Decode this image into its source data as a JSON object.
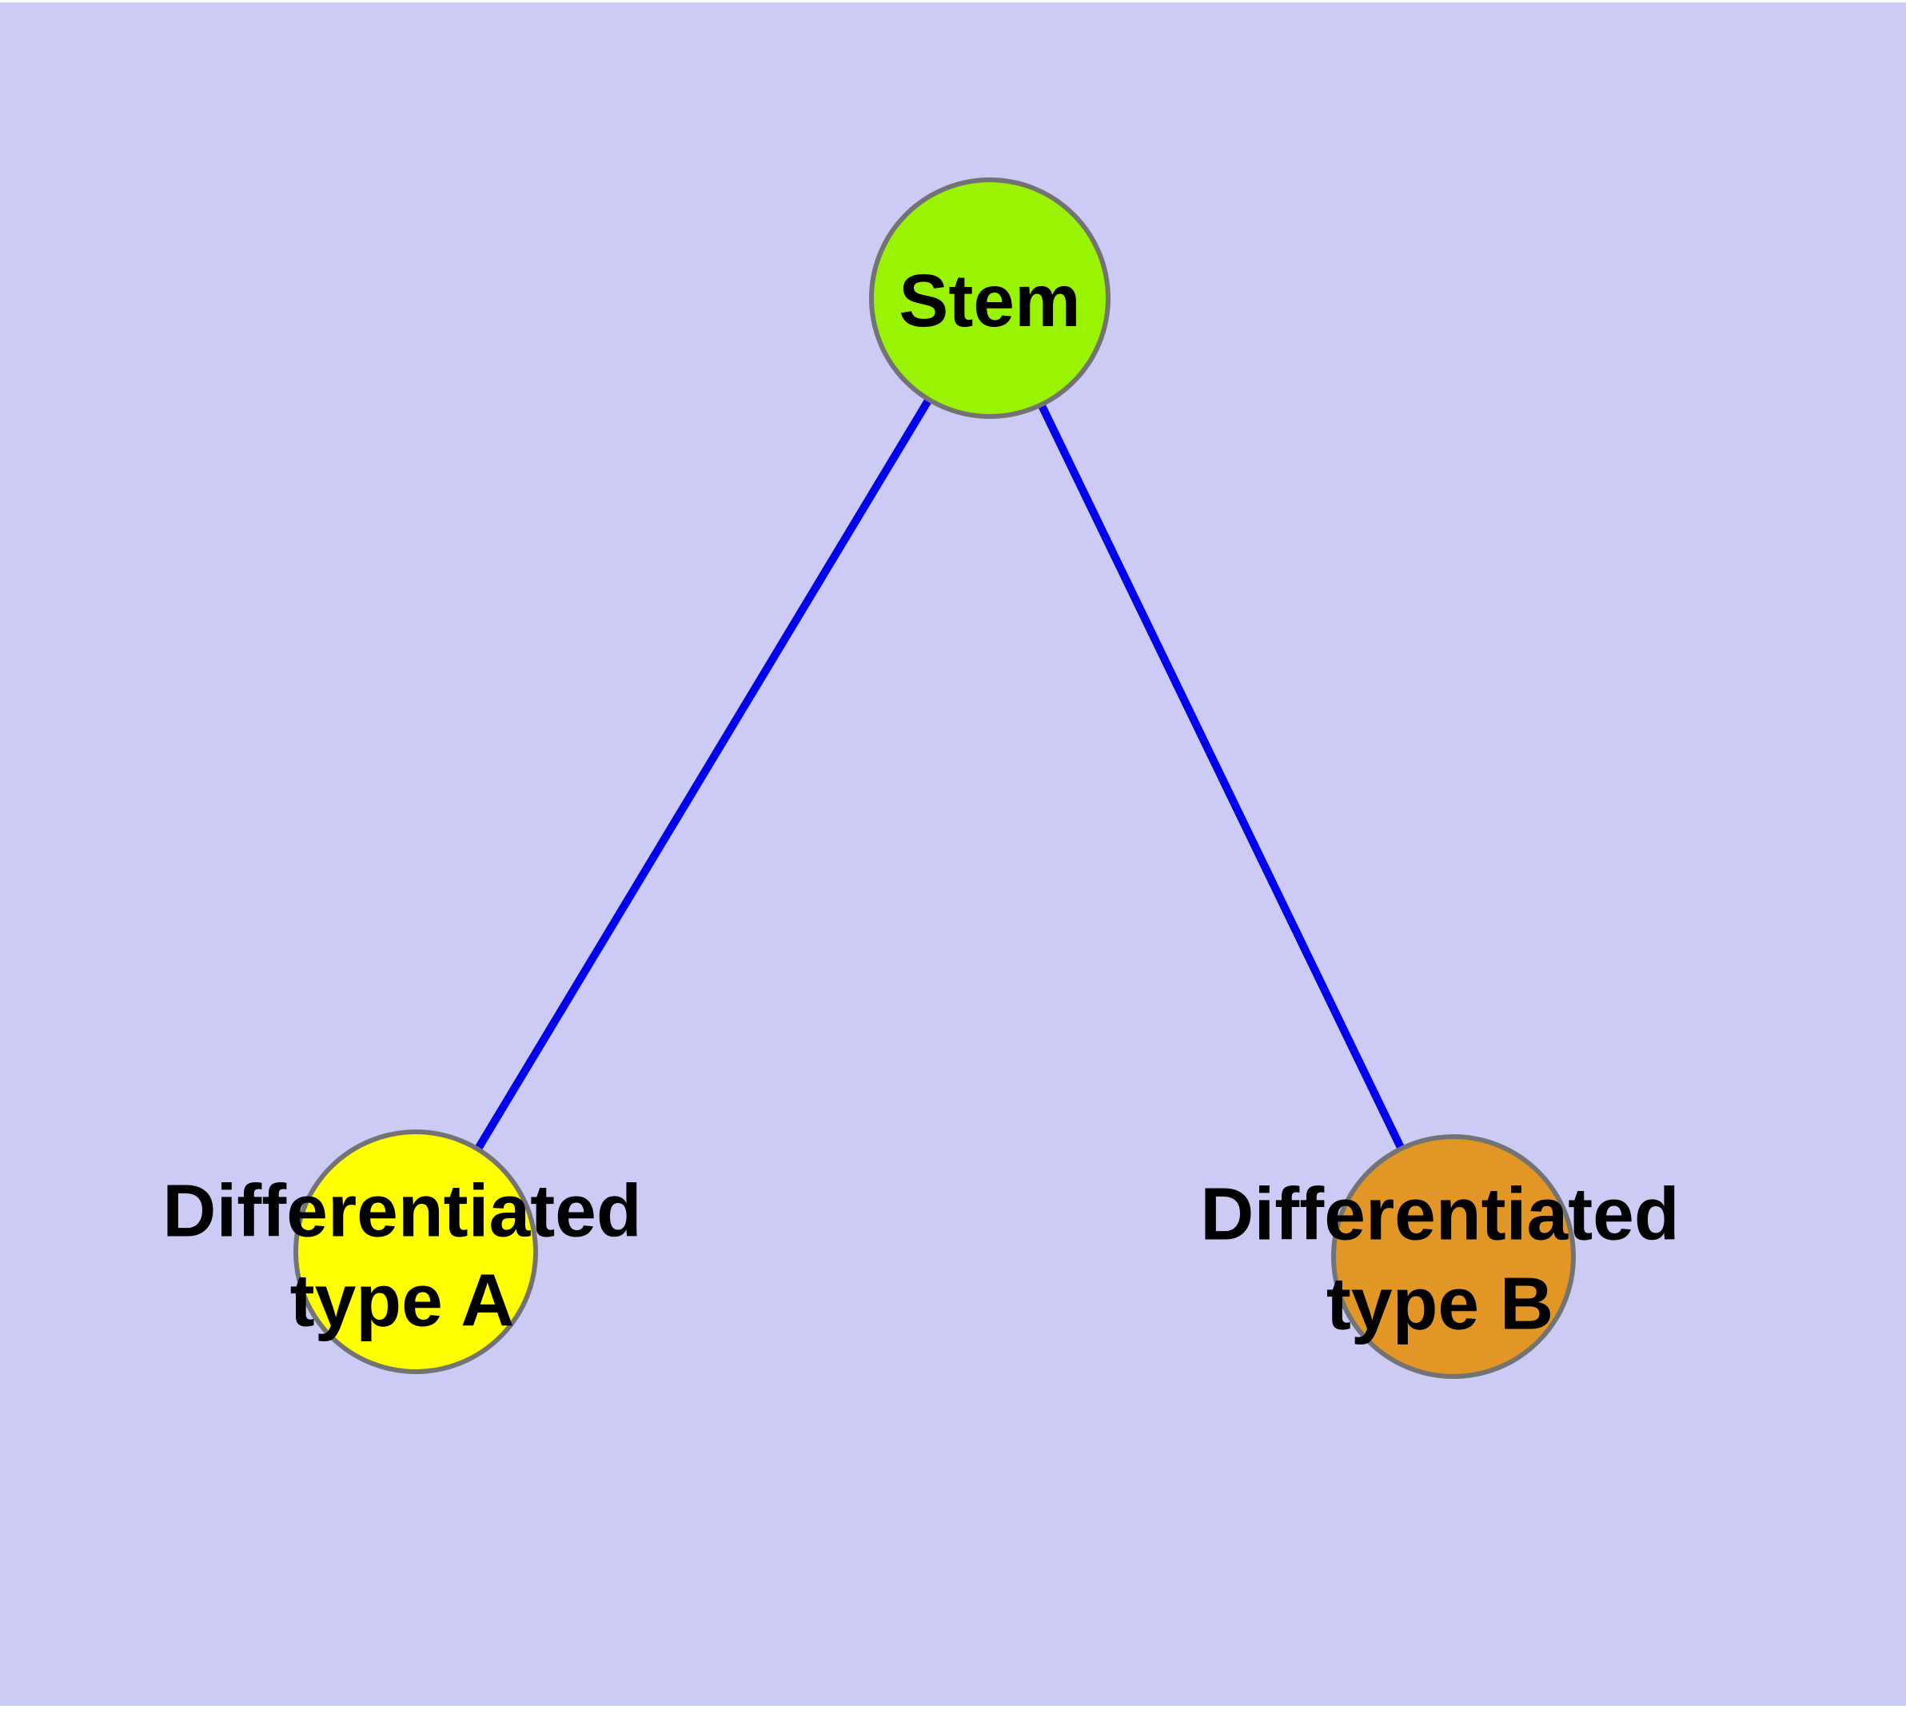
{
  "diagram": {
    "type": "node-link-graph",
    "background_color": "#cbcbf6",
    "edge_color": "#0000ee",
    "node_border_color": "#737373",
    "text_color": "#000000"
  },
  "nodes": [
    {
      "id": "stem",
      "label": "Stem",
      "fill": "#9af303"
    },
    {
      "id": "typeA",
      "label": "Differentiated\ntype A",
      "fill": "#ffff00"
    },
    {
      "id": "typeB",
      "label": "Differentiated\ntype B",
      "fill": "#e29626"
    }
  ],
  "edges": [
    {
      "from": "stem",
      "to": "typeA"
    },
    {
      "from": "stem",
      "to": "typeB"
    }
  ]
}
